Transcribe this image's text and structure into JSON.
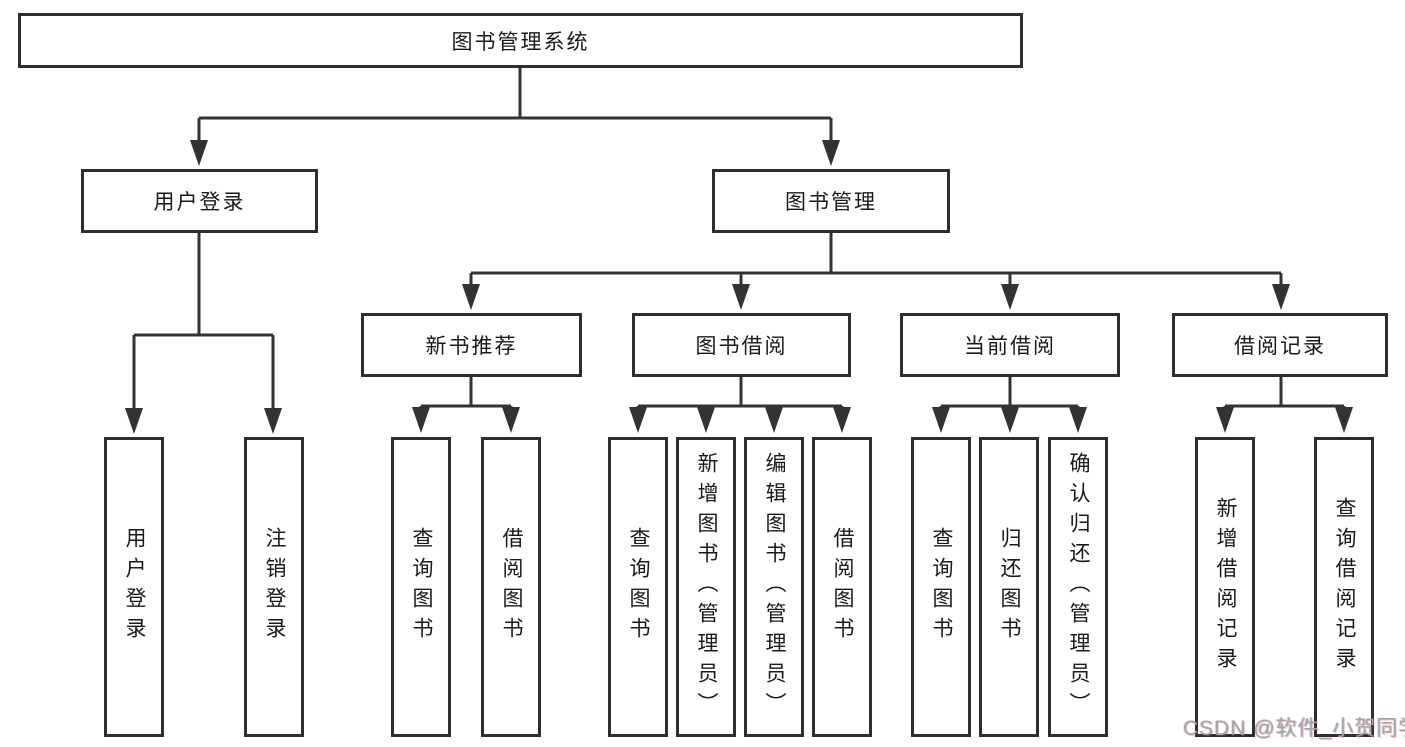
{
  "colors": {
    "line": "#333333",
    "box_border": "#2e2e2e",
    "text": "#1a1a1a",
    "background": "#ffffff",
    "watermark": "#a3a3a8"
  },
  "tree": {
    "label": "图书管理系统",
    "children": [
      {
        "label": "用户登录",
        "children": [
          {
            "label": "用户登录"
          },
          {
            "label": "注销登录"
          }
        ]
      },
      {
        "label": "图书管理",
        "children": [
          {
            "label": "新书推荐",
            "children": [
              {
                "label": "查询图书"
              },
              {
                "label": "借阅图书"
              }
            ]
          },
          {
            "label": "图书借阅",
            "children": [
              {
                "label": "查询图书"
              },
              {
                "label": "新增图书（管理员）"
              },
              {
                "label": "编辑图书（管理员）"
              },
              {
                "label": "借阅图书"
              }
            ]
          },
          {
            "label": "当前借阅",
            "children": [
              {
                "label": "查询图书"
              },
              {
                "label": "归还图书"
              },
              {
                "label": "确认归还（管理员）"
              }
            ]
          },
          {
            "label": "借阅记录",
            "children": [
              {
                "label": "新增借阅记录"
              },
              {
                "label": "查询借阅记录"
              }
            ]
          }
        ]
      }
    ]
  },
  "watermark": {
    "text": "CSDN @软件_小贺同学"
  }
}
